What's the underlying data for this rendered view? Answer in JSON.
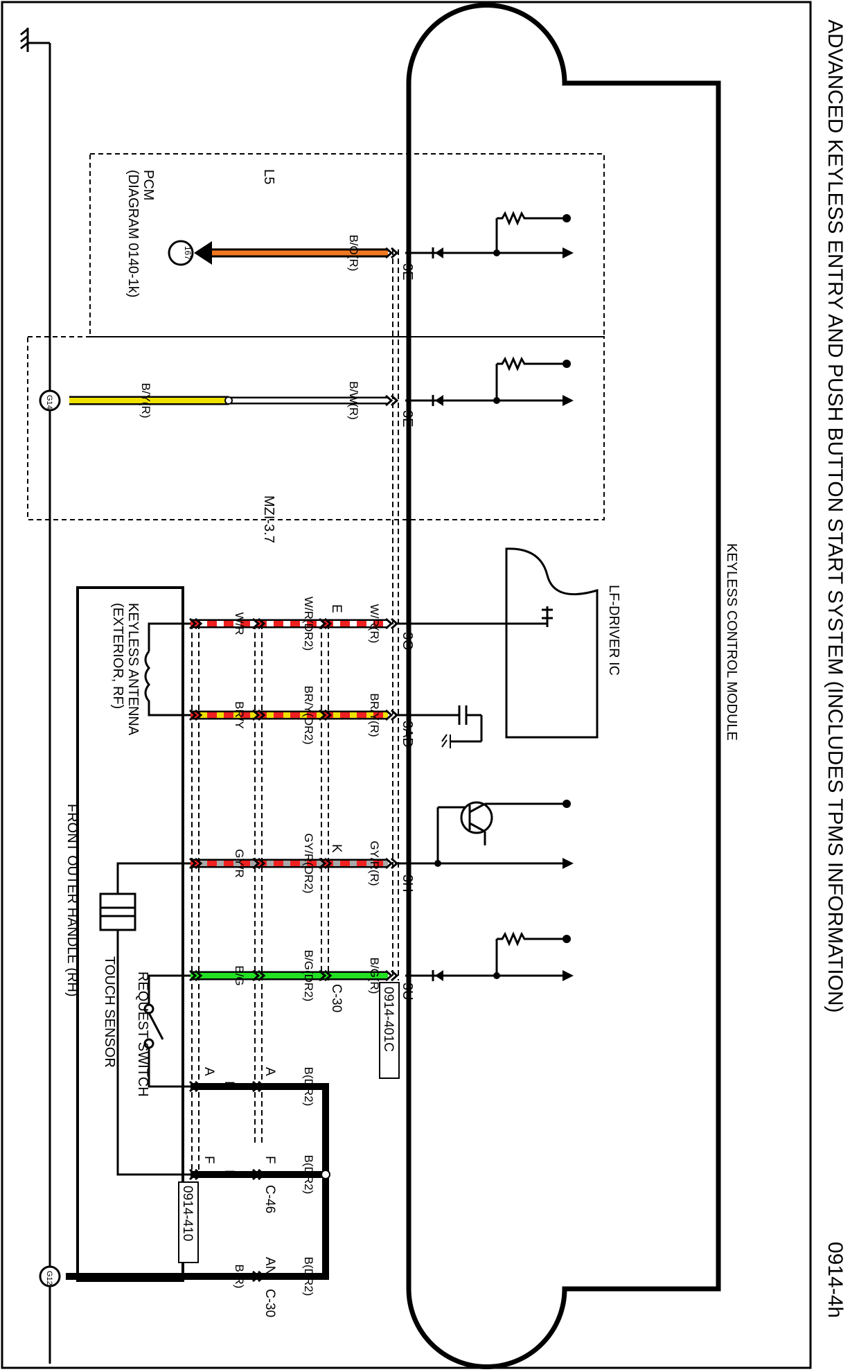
{
  "header": {
    "title": "ADVANCED KEYLESS ENTRY AND PUSH BUTTON START SYSTEM (INCLUDES TPMS INFORMATION)",
    "page_code": "0914-4h"
  },
  "modules": {
    "kcm": "KEYLESS CONTROL MODULE",
    "lf_driver": "LF-DRIVER IC",
    "pcm_name": "PCM",
    "pcm_ref": "(DIAGRAM 0140-1k)",
    "pcm_connector": "167",
    "l5": "L5",
    "mzi": "MZI-3.7",
    "antenna_line1": "KEYLESS ANTENNA",
    "antenna_line2": "(EXTERIOR, RF)",
    "handle": "FRONT OUTER HANDLE (RH)",
    "request_switch": "REQUEST SWITCH",
    "touch_sensor": "TOUCH SENSOR"
  },
  "pins": {
    "p1": "3E",
    "p2": "3E",
    "p3": "3O",
    "p4": "3AD",
    "p5": "3H",
    "p6": "3U"
  },
  "connectors": {
    "kcm_ref": "0914-401C",
    "handle_ref": "0914-410",
    "c30": "C-30",
    "c46": "C-46",
    "c30b": "C-30"
  },
  "grounds": {
    "g14": "G14",
    "g12": "G12"
  },
  "wires": {
    "pcm": "B/O(R)",
    "bw": "B/W(R)",
    "by": "B/Y(R)",
    "wr_r": "W/R(R)",
    "wr_dr2": "W/R(DR2)",
    "wr": "W/R",
    "bry_r": "BR/Y(R)",
    "bry_dr2": "BR/Y(DR2)",
    "bry": "BR/Y",
    "gyr_r": "GY/R(R)",
    "gyr_dr2": "GY/R(DR2)",
    "gyr": "GY/R",
    "bg_r": "B/G(R)",
    "bg_dr2": "B/G(DR2)",
    "bg": "B/G",
    "b_dr2_1": "B(DR2)",
    "b_dr2_2": "B(DR2)",
    "b_dr2_3": "B(DR2)",
    "br": "B(R)"
  },
  "terminals": {
    "e": "E",
    "k": "K",
    "a1": "A",
    "b1": "B",
    "a2": "A",
    "b2": "B",
    "f1": "F",
    "f2": "F",
    "an": "AN"
  },
  "colors": {
    "orange": "#f07820",
    "yellow": "#f0e000",
    "red": "#ee2020",
    "gray": "#a8a8a8",
    "green": "#22e022",
    "black": "#000000"
  }
}
